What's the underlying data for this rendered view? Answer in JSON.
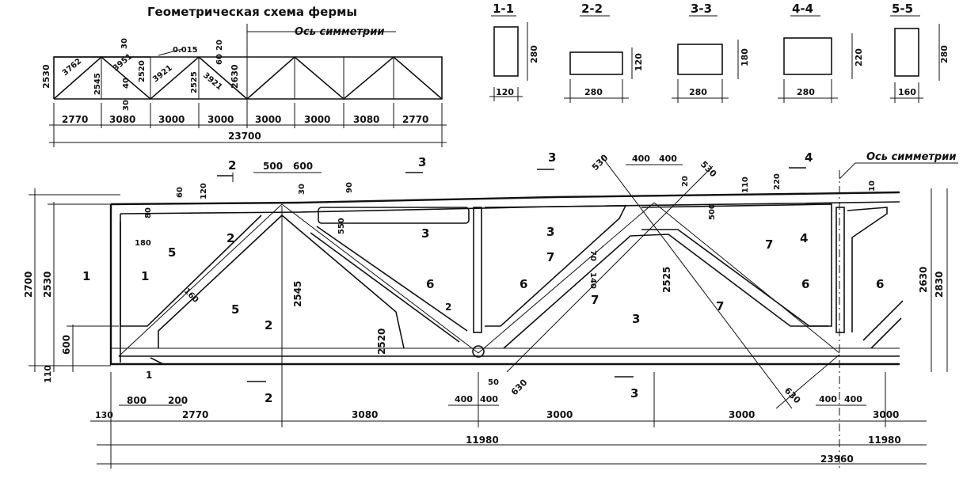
{
  "title_geom": "Геометрическая схема фермы",
  "axis_label": "Ось симметрии",
  "slope": "0.015",
  "sections": [
    {
      "title": "1-1",
      "w": "120",
      "h": "280"
    },
    {
      "title": "2-2",
      "w": "280",
      "h": "120"
    },
    {
      "title": "3-3",
      "w": "280",
      "h": "180"
    },
    {
      "title": "4-4",
      "w": "280",
      "h": "220"
    },
    {
      "title": "5-5",
      "w": "160",
      "h": "280"
    }
  ],
  "geom": {
    "spans": [
      "2770",
      "3080",
      "3000",
      "3000",
      "3000",
      "3000",
      "3080",
      "2770"
    ],
    "total": "23700",
    "left_h": "2530",
    "mid_h": "2630",
    "members": [
      "3762",
      "2545",
      "3951",
      "2520",
      "3921",
      "2525",
      "3921",
      "30",
      "20",
      "40",
      "30",
      "60"
    ]
  },
  "main": {
    "heights": [
      "2700",
      "2530",
      "600",
      "110",
      "2545",
      "2520",
      "2525",
      "2630",
      "2830"
    ],
    "bottom_spans": [
      "130",
      "2770",
      "3080",
      "3000",
      "3000",
      "3000"
    ],
    "half_total": "11980",
    "half_total_r": "11980",
    "total": "23960",
    "offsets": [
      "800",
      "200",
      "400",
      "400",
      "630",
      "630",
      "400",
      "400"
    ],
    "top_dims": [
      "500",
      "600",
      "530",
      "400",
      "400",
      "530"
    ],
    "small_dims": [
      "60",
      "120",
      "180",
      "80",
      "90",
      "30",
      "50",
      "70",
      "140",
      "160",
      "110",
      "220",
      "500",
      "550",
      "20",
      "10"
    ],
    "cut_labels": [
      "1",
      "2",
      "3",
      "4",
      "5",
      "6",
      "7"
    ],
    "node_labels": [
      "1",
      "2"
    ]
  }
}
